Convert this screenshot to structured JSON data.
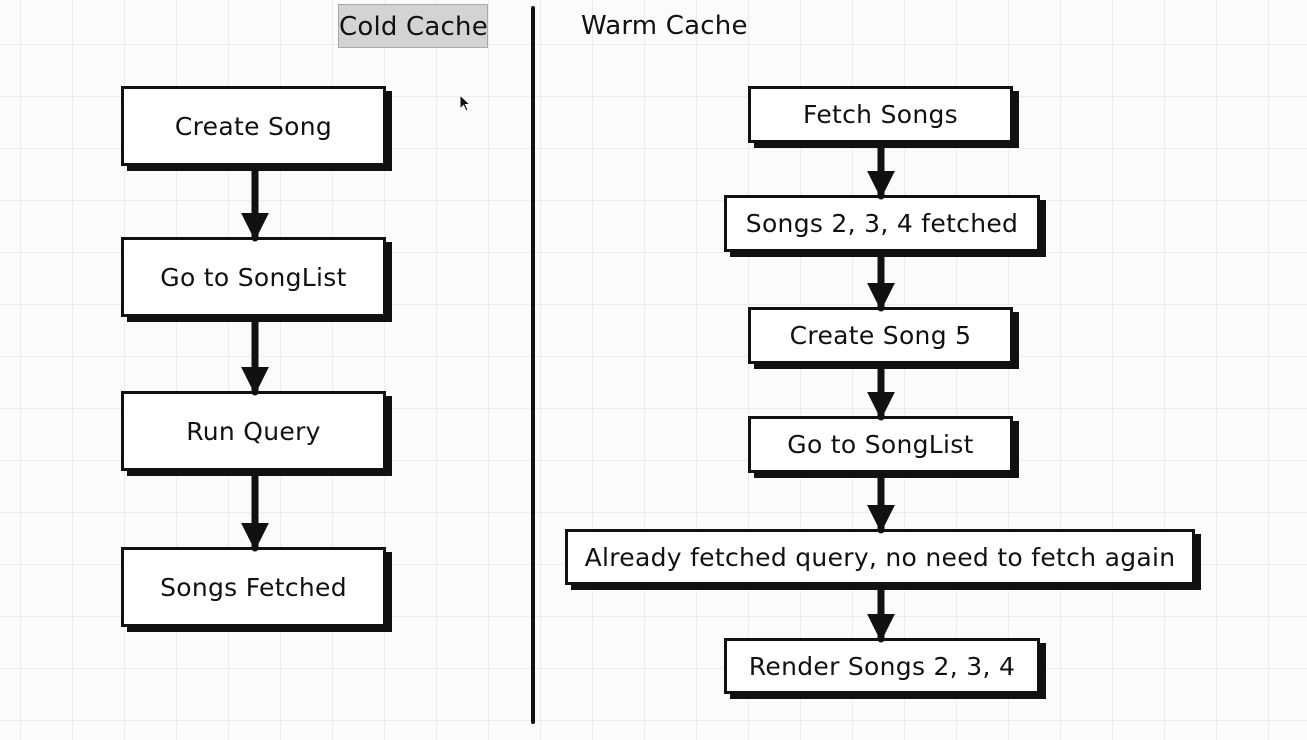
{
  "cold_cache": {
    "title": "Cold Cache",
    "steps": [
      "Create Song",
      "Go to SongList",
      "Run Query",
      "Songs Fetched"
    ]
  },
  "warm_cache": {
    "title": "Warm Cache",
    "steps": [
      "Fetch Songs",
      "Songs 2, 3, 4 fetched",
      "Create Song 5",
      "Go to SongList",
      "Already fetched query, no need to fetch again",
      "Render Songs 2, 3, 4"
    ]
  },
  "icons": {
    "cursor": "mouse-pointer-icon",
    "arrow": "arrow-down-icon"
  }
}
